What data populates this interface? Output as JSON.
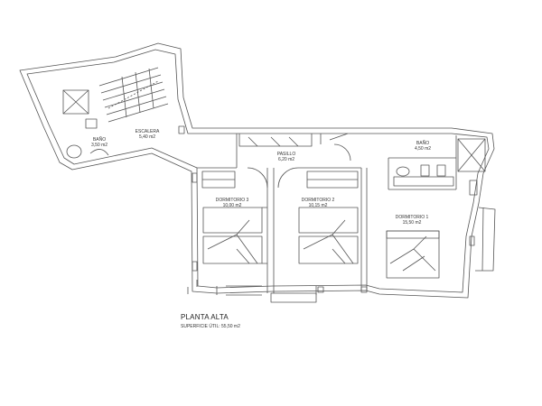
{
  "plan": {
    "title": "PLANTA ALTA",
    "surface_label": "SUPERFICIE ÚTIL: 55,50 m2",
    "rooms": [
      {
        "key": "bano_left",
        "name": "BAÑO",
        "area": "3,50 m2"
      },
      {
        "key": "escalera",
        "name": "ESCALERA",
        "area": "5,40 m2"
      },
      {
        "key": "pasillo",
        "name": "PASILLO",
        "area": "6,20 m2"
      },
      {
        "key": "bano_right",
        "name": "BAÑO",
        "area": "4,50 m2"
      },
      {
        "key": "dormitorio3",
        "name": "DORMITORIO 3",
        "area": "10,00 m2"
      },
      {
        "key": "dormitorio2",
        "name": "DORMITORIO 2",
        "area": "10,15 m2"
      },
      {
        "key": "dormitorio1",
        "name": "DORMITORIO 1",
        "area": "15,50 m2"
      }
    ]
  }
}
